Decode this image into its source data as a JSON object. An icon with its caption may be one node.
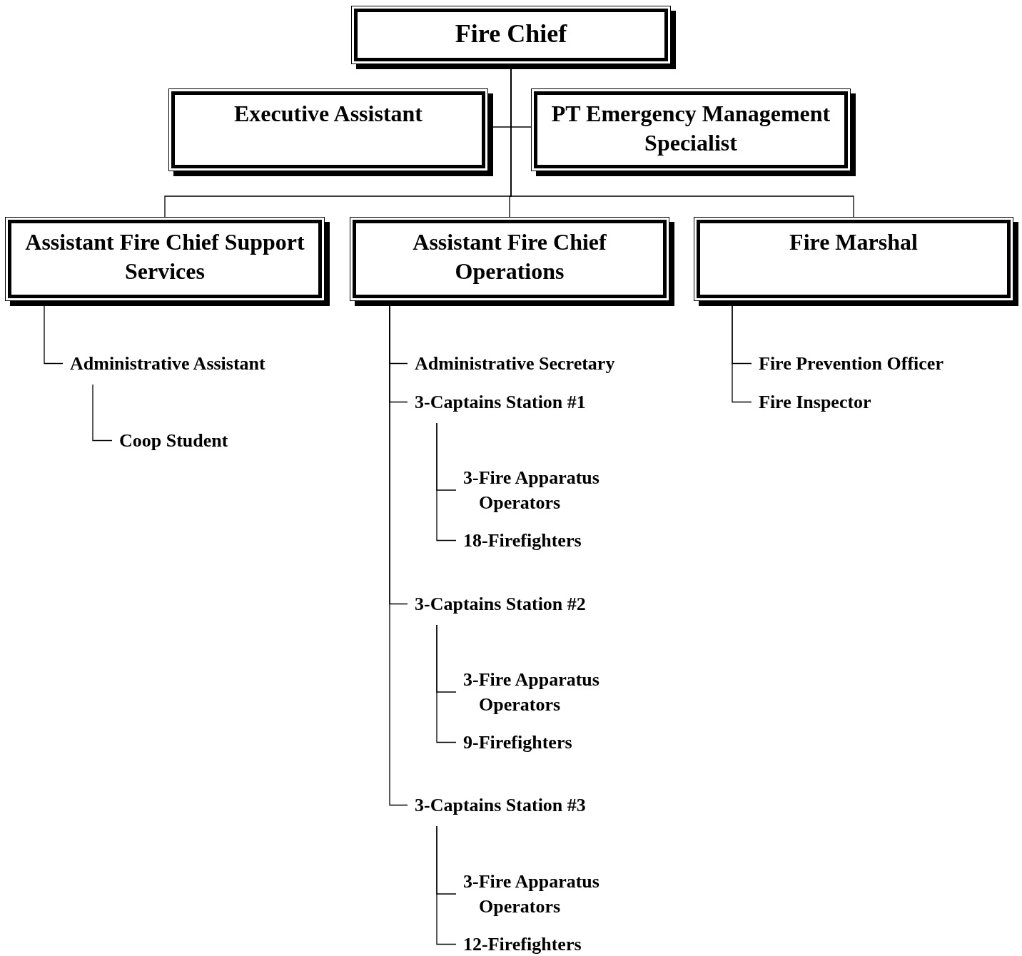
{
  "diagram": {
    "nodes": [
      {
        "text": [
          "Fire Chief"
        ]
      },
      {
        "text": [
          "Executive Assistant"
        ]
      },
      {
        "text": [
          "PT Emergency Management Specialist"
        ]
      },
      {
        "text": [
          "Assistant Fire Chief Support Services"
        ]
      },
      {
        "text": [
          "Assistant Fire Chief Operations"
        ]
      },
      {
        "text": [
          "Fire Marshal"
        ]
      },
      {
        "text": [
          "Administrative Assistant"
        ]
      },
      {
        "text": [
          "Coop Student"
        ]
      },
      {
        "text": [
          "Administrative Secretary"
        ]
      },
      {
        "text": [
          "3-Captains Station #1"
        ]
      },
      {
        "text": [
          "3-Fire Apparatus Operators"
        ]
      },
      {
        "text": [
          "18-Firefighters"
        ]
      },
      {
        "text": [
          "3-Captains Station #2"
        ]
      },
      {
        "text": [
          "3-Fire Apparatus Operators"
        ]
      },
      {
        "text": [
          "9-Firefighters"
        ]
      },
      {
        "text": [
          "3-Captains Station #3"
        ]
      },
      {
        "text": [
          "3-Fire Apparatus Operators"
        ]
      },
      {
        "text": [
          "12-Firefighters"
        ]
      },
      {
        "text": [
          "Fire Prevention Officer"
        ]
      },
      {
        "text": [
          "Fire Inspector"
        ]
      }
    ],
    "edges": [
      {
        "from": 0,
        "to": 1,
        "arrow": "none"
      },
      {
        "from": 0,
        "to": 2,
        "arrow": "none"
      },
      {
        "from": 0,
        "to": 3,
        "arrow": "none"
      },
      {
        "from": 0,
        "to": 4,
        "arrow": "none"
      },
      {
        "from": 0,
        "to": 5,
        "arrow": "none"
      },
      {
        "from": 3,
        "to": 6,
        "arrow": "none"
      },
      {
        "from": 6,
        "to": 7,
        "arrow": "none"
      },
      {
        "from": 4,
        "to": 8,
        "arrow": "none"
      },
      {
        "from": 4,
        "to": 9,
        "arrow": "none"
      },
      {
        "from": 9,
        "to": 10,
        "arrow": "none"
      },
      {
        "from": 9,
        "to": 11,
        "arrow": "none"
      },
      {
        "from": 4,
        "to": 12,
        "arrow": "none"
      },
      {
        "from": 12,
        "to": 13,
        "arrow": "none"
      },
      {
        "from": 12,
        "to": 14,
        "arrow": "none"
      },
      {
        "from": 4,
        "to": 15,
        "arrow": "none"
      },
      {
        "from": 15,
        "to": 16,
        "arrow": "none"
      },
      {
        "from": 15,
        "to": 17,
        "arrow": "none"
      },
      {
        "from": 5,
        "to": 18,
        "arrow": "none"
      },
      {
        "from": 5,
        "to": 19,
        "arrow": "none"
      }
    ]
  }
}
